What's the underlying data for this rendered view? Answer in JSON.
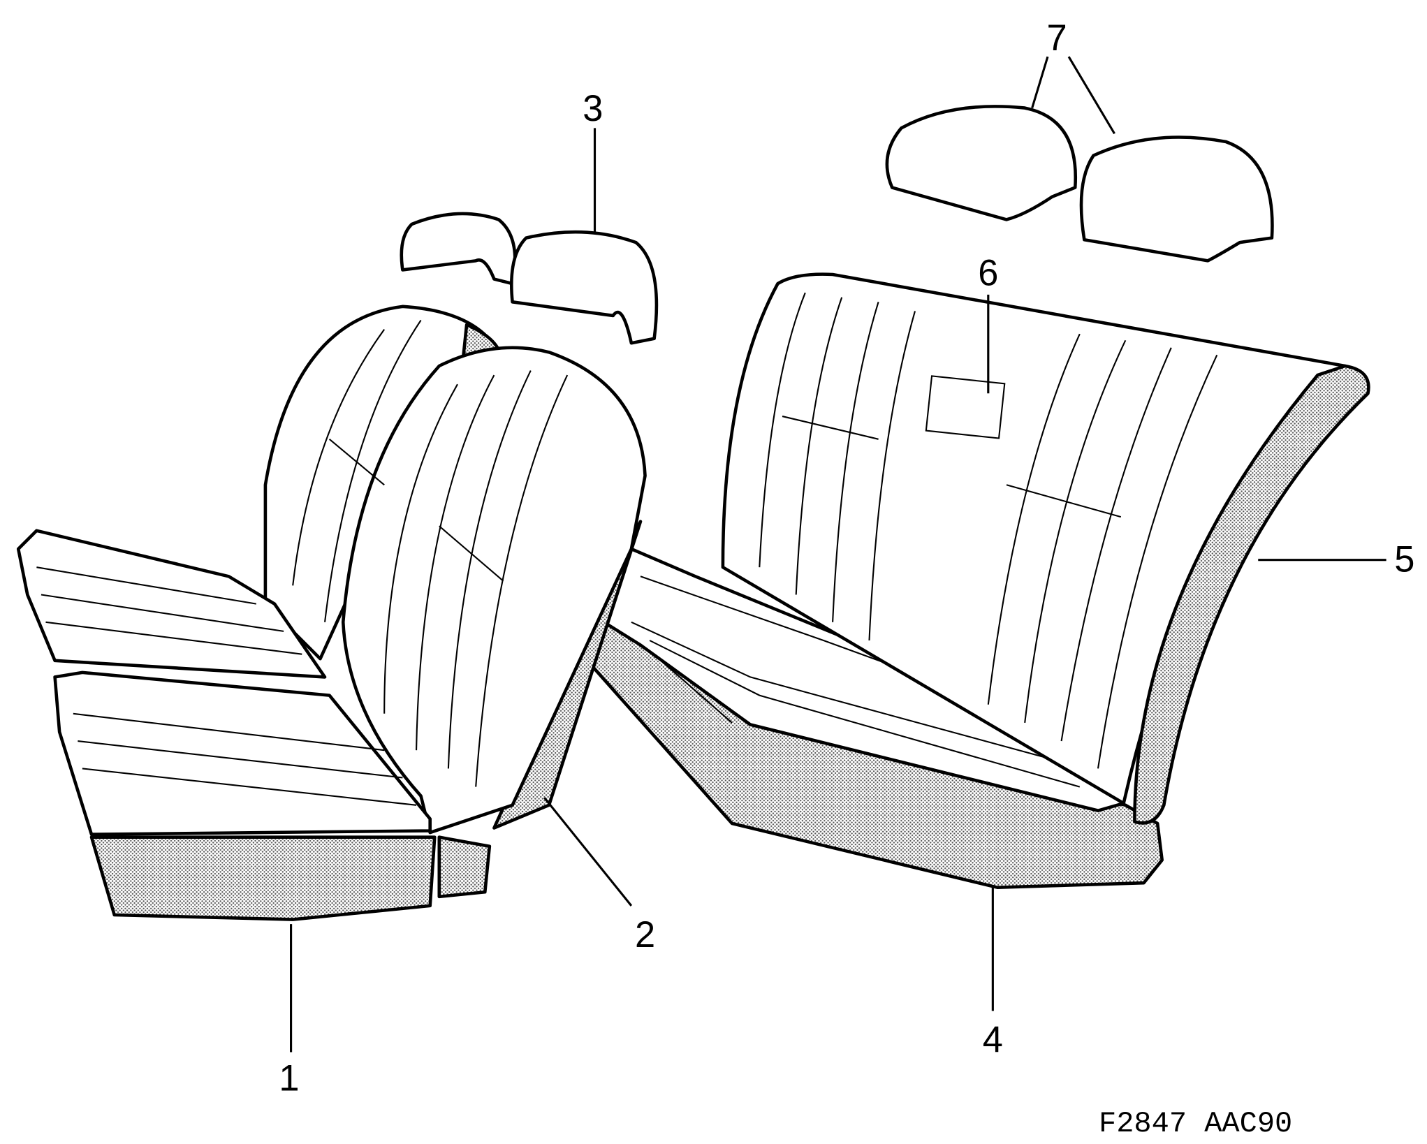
{
  "diagram": {
    "callouts": [
      {
        "label": "1"
      },
      {
        "label": "2"
      },
      {
        "label": "3"
      },
      {
        "label": "4"
      },
      {
        "label": "5"
      },
      {
        "label": "6"
      },
      {
        "label": "7"
      }
    ],
    "figure_code": "F2847 AAC90"
  }
}
